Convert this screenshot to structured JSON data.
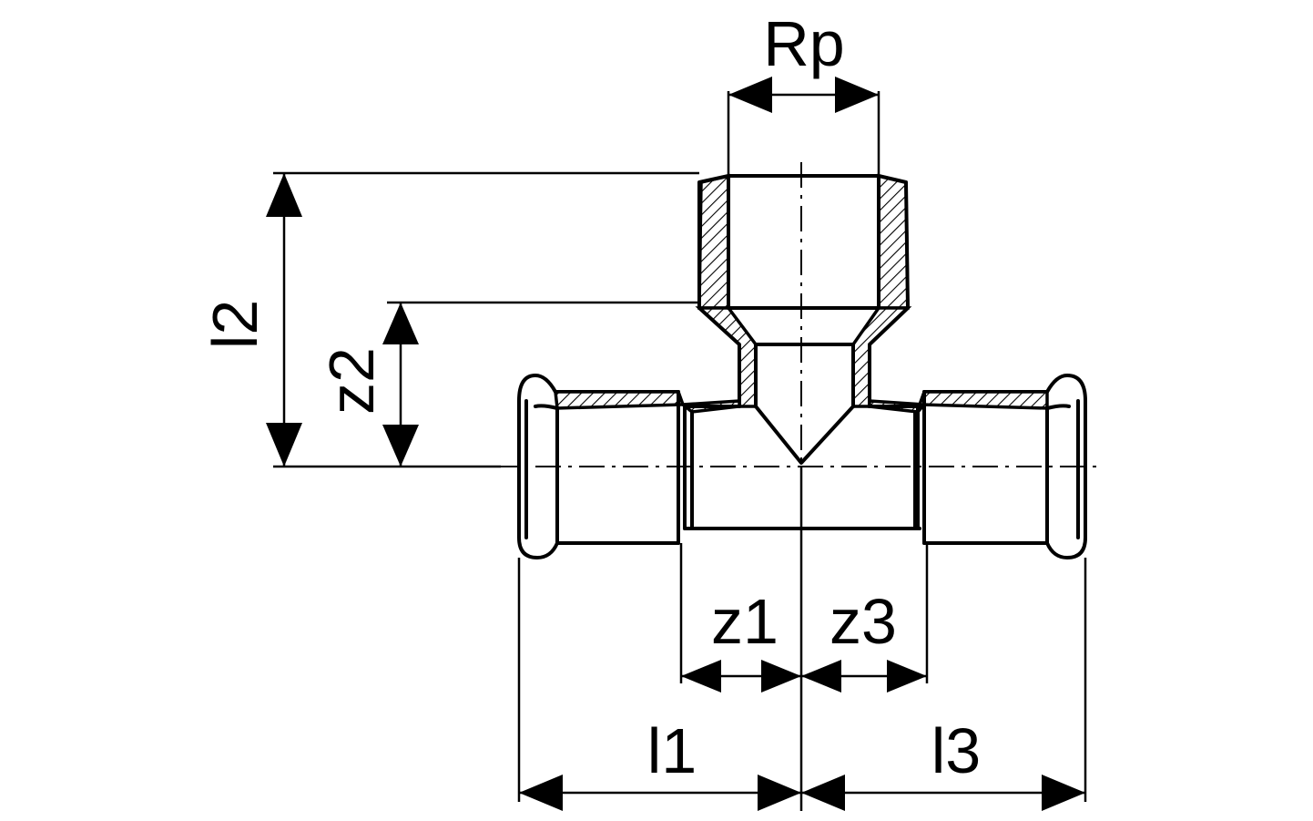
{
  "labels": {
    "rp": "Rp",
    "l2": "l2",
    "z2": "z2",
    "z1": "z1",
    "z3": "z3",
    "l1": "l1",
    "l3": "l3"
  },
  "colors": {
    "line": "#000000",
    "background": "#ffffff"
  }
}
